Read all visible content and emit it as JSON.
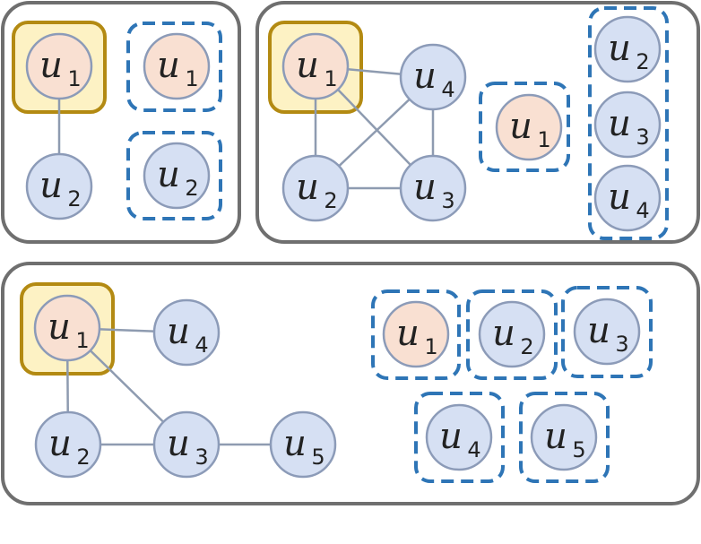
{
  "panels": [
    {
      "highlight": "u1",
      "nodes": [
        {
          "id": "u1",
          "base": "u",
          "sub": "1",
          "color": "orange"
        },
        {
          "id": "u2",
          "base": "u",
          "sub": "2",
          "color": "blue"
        }
      ],
      "edges": [
        [
          "u1",
          "u2"
        ]
      ],
      "partition": [
        [
          {
            "base": "u",
            "sub": "1",
            "color": "orange"
          }
        ],
        [
          {
            "base": "u",
            "sub": "2",
            "color": "blue"
          }
        ]
      ]
    },
    {
      "highlight": "u1",
      "nodes": [
        {
          "id": "u1",
          "base": "u",
          "sub": "1",
          "color": "orange"
        },
        {
          "id": "u4",
          "base": "u",
          "sub": "4",
          "color": "blue"
        },
        {
          "id": "u2",
          "base": "u",
          "sub": "2",
          "color": "blue"
        },
        {
          "id": "u3",
          "base": "u",
          "sub": "3",
          "color": "blue"
        }
      ],
      "edges": [
        [
          "u1",
          "u4"
        ],
        [
          "u1",
          "u2"
        ],
        [
          "u1",
          "u3"
        ],
        [
          "u2",
          "u4"
        ],
        [
          "u2",
          "u3"
        ],
        [
          "u3",
          "u4"
        ]
      ],
      "partition": [
        [
          {
            "base": "u",
            "sub": "1",
            "color": "orange"
          }
        ],
        [
          {
            "base": "u",
            "sub": "2",
            "color": "blue"
          },
          {
            "base": "u",
            "sub": "3",
            "color": "blue"
          },
          {
            "base": "u",
            "sub": "4",
            "color": "blue"
          }
        ]
      ]
    },
    {
      "highlight": "u1",
      "nodes": [
        {
          "id": "u1",
          "base": "u",
          "sub": "1",
          "color": "orange"
        },
        {
          "id": "u4",
          "base": "u",
          "sub": "4",
          "color": "blue"
        },
        {
          "id": "u2",
          "base": "u",
          "sub": "2",
          "color": "blue"
        },
        {
          "id": "u3",
          "base": "u",
          "sub": "3",
          "color": "blue"
        },
        {
          "id": "u5",
          "base": "u",
          "sub": "5",
          "color": "blue"
        }
      ],
      "edges": [
        [
          "u1",
          "u4"
        ],
        [
          "u1",
          "u2"
        ],
        [
          "u1",
          "u3"
        ],
        [
          "u2",
          "u3"
        ],
        [
          "u3",
          "u5"
        ]
      ],
      "partition": [
        [
          {
            "base": "u",
            "sub": "1",
            "color": "orange"
          }
        ],
        [
          {
            "base": "u",
            "sub": "2",
            "color": "blue"
          }
        ],
        [
          {
            "base": "u",
            "sub": "3",
            "color": "blue"
          }
        ],
        [
          {
            "base": "u",
            "sub": "4",
            "color": "blue"
          }
        ],
        [
          {
            "base": "u",
            "sub": "5",
            "color": "blue"
          }
        ]
      ]
    }
  ],
  "colors": {
    "panel_border": "#6f6f6f",
    "edge": "#8e9bb0",
    "node_blue": "#d6e0f3",
    "node_orange": "#f9e0d2",
    "node_border": "#8c9bb8",
    "highlight_fill": "#fdf2c4",
    "highlight_border": "#b38a12",
    "group_dash": "#2e75b6"
  }
}
